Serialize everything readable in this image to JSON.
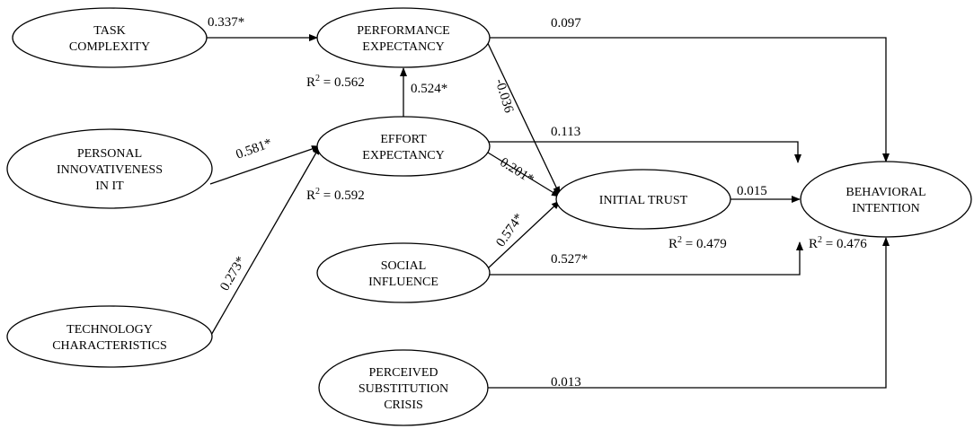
{
  "nodes": [
    {
      "id": "task",
      "lines": [
        "TASK",
        "COMPLEXITY"
      ]
    },
    {
      "id": "perf",
      "lines": [
        "PERFORMANCE",
        "EXPECTANCY"
      ]
    },
    {
      "id": "innov",
      "lines": [
        "PERSONAL",
        "INNOVATIVENESS",
        "IN IT"
      ]
    },
    {
      "id": "effort",
      "lines": [
        "EFFORT",
        "EXPECTANCY"
      ]
    },
    {
      "id": "tech",
      "lines": [
        "TECHNOLOGY",
        "CHARACTERISTICS"
      ]
    },
    {
      "id": "social",
      "lines": [
        "SOCIAL",
        "INFLUENCE"
      ]
    },
    {
      "id": "trust",
      "lines": [
        "INITIAL TRUST"
      ]
    },
    {
      "id": "bi",
      "lines": [
        "BEHAVIORAL",
        "INTENTION"
      ]
    },
    {
      "id": "crisis",
      "lines": [
        "PERCEIVED",
        "SUBSTITUTION",
        "CRISIS"
      ]
    }
  ],
  "edges": [
    {
      "id": "task-perf",
      "from": "task",
      "to": "perf",
      "coefficient": "0.337*"
    },
    {
      "id": "perf-bi",
      "from": "perf",
      "to": "bi",
      "coefficient": "0.097"
    },
    {
      "id": "perf-trust",
      "from": "perf",
      "to": "trust",
      "coefficient": "-0.036"
    },
    {
      "id": "effort-perf",
      "from": "effort",
      "to": "perf",
      "coefficient": "0.524*"
    },
    {
      "id": "innov-effort",
      "from": "innov",
      "to": "effort",
      "coefficient": "0.581*"
    },
    {
      "id": "tech-effort",
      "from": "tech",
      "to": "effort",
      "coefficient": "0.273*"
    },
    {
      "id": "effort-bi",
      "from": "effort",
      "to": "bi",
      "coefficient": "0.113"
    },
    {
      "id": "effort-trust",
      "from": "effort",
      "to": "trust",
      "coefficient": "0.201*"
    },
    {
      "id": "social-trust",
      "from": "social",
      "to": "trust",
      "coefficient": "0.574*"
    },
    {
      "id": "trust-bi",
      "from": "trust",
      "to": "bi",
      "coefficient": "0.015"
    },
    {
      "id": "social-bi",
      "from": "social",
      "to": "bi",
      "coefficient": "0.527*"
    },
    {
      "id": "crisis-bi",
      "from": "crisis",
      "to": "bi",
      "coefficient": "0.013"
    }
  ],
  "r_squared": [
    {
      "node": "perf",
      "value": "0.562"
    },
    {
      "node": "effort",
      "value": "0.592"
    },
    {
      "node": "trust",
      "value": "0.479"
    },
    {
      "node": "bi",
      "value": "0.476"
    }
  ]
}
